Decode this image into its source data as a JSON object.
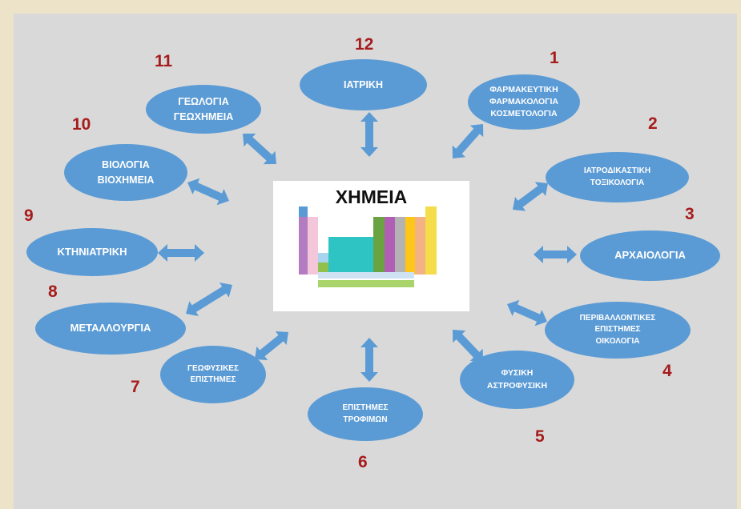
{
  "center": {
    "title": "ΧΗΜΕΙΑ"
  },
  "fields": [
    {
      "number": "1",
      "label": "ΦΑΡΜΑΚΕΥΤΙΚΗ\nΦΑΡΜΑΚΟΛΟΓΙΑ\nΚΟΣΜΕΤΟΛΟΓΙΑ"
    },
    {
      "number": "2",
      "label": "ΙΑΤΡΟΔΙΚΑΣΤΙΚΗ\nΤΟΞΙΚΟΛΟΓΙΑ"
    },
    {
      "number": "3",
      "label": "ΑΡΧΑΙΟΛΟΓΙΑ"
    },
    {
      "number": "4",
      "label": "ΠΕΡΙΒΑΛΛΟΝΤΙΚΕΣ\nΕΠΙΣΤΗΜΕΣ\nΟΙΚΟΛΟΓΙΑ"
    },
    {
      "number": "5",
      "label": "ΦΥΣΙΚΗ\nΑΣΤΡΟΦΥΣΙΚΗ"
    },
    {
      "number": "6",
      "label": "ΕΠΙΣΤΗΜΕΣ\nΤΡΟΦΙΜΩΝ"
    },
    {
      "number": "7",
      "label": "ΓΕΩΦΥΣΙΚΕΣ\nΕΠΙΣΤΗΜΕΣ"
    },
    {
      "number": "8",
      "label": "ΜΕΤΑΛΛΟΥΡΓΙΑ"
    },
    {
      "number": "9",
      "label": "ΚΤΗΝΙΑΤΡΙΚΗ"
    },
    {
      "number": "10",
      "label": "ΒΙΟΛΟΓΙΑ\nΒΙΟΧΗΜΕΙΑ"
    },
    {
      "number": "11",
      "label": "ΓΕΩΛΟΓΙΑ\nΓΕΩΧΗΜΕΙΑ"
    },
    {
      "number": "12",
      "label": "ΙΑΤΡΙΚΗ"
    }
  ],
  "colors": {
    "oval": "#5b9bd5",
    "number": "#a61c1c",
    "panel": "#d9d9d9",
    "frame": "#ece3c9"
  },
  "periodic_table_icon": "periodic-table-icon",
  "arrow_icon": "double-arrow-icon"
}
